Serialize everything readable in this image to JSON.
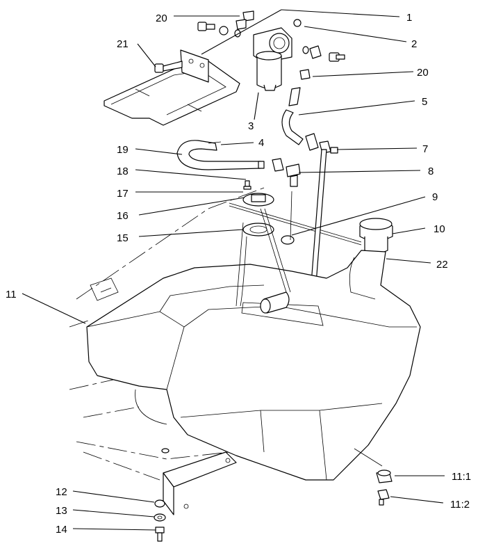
{
  "callouts": [
    {
      "id": "c1",
      "label": "1"
    },
    {
      "id": "c2",
      "label": "2"
    },
    {
      "id": "c3",
      "label": "3"
    },
    {
      "id": "c4",
      "label": "4"
    },
    {
      "id": "c5",
      "label": "5"
    },
    {
      "id": "c7",
      "label": "7"
    },
    {
      "id": "c8",
      "label": "8"
    },
    {
      "id": "c9",
      "label": "9"
    },
    {
      "id": "c10",
      "label": "10"
    },
    {
      "id": "c11",
      "label": "11"
    },
    {
      "id": "c11a",
      "label": "11:1"
    },
    {
      "id": "c11b",
      "label": "11:2"
    },
    {
      "id": "c12",
      "label": "12"
    },
    {
      "id": "c13",
      "label": "13"
    },
    {
      "id": "c14",
      "label": "14"
    },
    {
      "id": "c15",
      "label": "15"
    },
    {
      "id": "c16",
      "label": "16"
    },
    {
      "id": "c17",
      "label": "17"
    },
    {
      "id": "c18",
      "label": "18"
    },
    {
      "id": "c19",
      "label": "19"
    },
    {
      "id": "c20a",
      "label": "20"
    },
    {
      "id": "c20b",
      "label": "20"
    },
    {
      "id": "c21",
      "label": "21"
    },
    {
      "id": "c22",
      "label": "22"
    }
  ]
}
